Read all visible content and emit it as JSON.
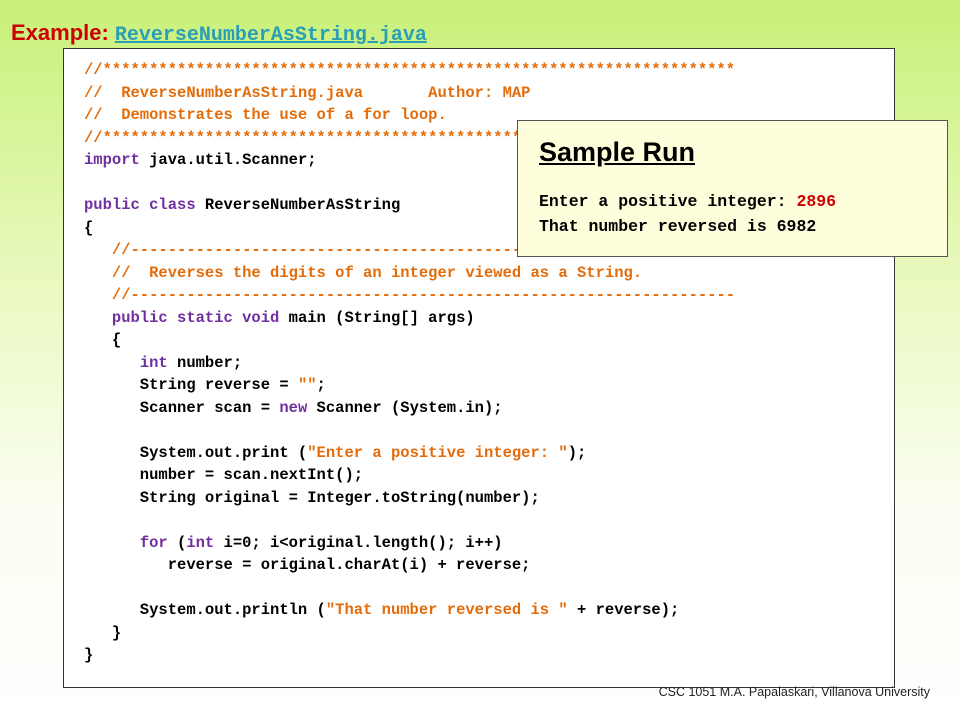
{
  "title": {
    "label": "Example:",
    "filename": "ReverseNumberAsString.java"
  },
  "code_lines": [
    [
      {
        "c": "cm",
        "t": "//********************************************************************"
      }
    ],
    [
      {
        "c": "cm",
        "t": "//  ReverseNumberAsString.java       Author: MAP"
      }
    ],
    [
      {
        "c": "cm",
        "t": "//  Demonstrates the use of a for loop."
      }
    ],
    [
      {
        "c": "cm",
        "t": "//********************************************************************"
      }
    ],
    [
      {
        "c": "kw",
        "t": "import"
      },
      {
        "c": "",
        "t": " java.util.Scanner;"
      }
    ],
    [],
    [
      {
        "c": "kw",
        "t": "public class"
      },
      {
        "c": "",
        "t": " ReverseNumberAsString"
      }
    ],
    [
      {
        "c": "",
        "t": "{"
      }
    ],
    [
      {
        "c": "",
        "t": "   "
      },
      {
        "c": "cm",
        "t": "//-----------------------------------------------------------------"
      }
    ],
    [
      {
        "c": "",
        "t": "   "
      },
      {
        "c": "cm",
        "t": "//  Reverses the digits of an integer viewed as a String."
      }
    ],
    [
      {
        "c": "",
        "t": "   "
      },
      {
        "c": "cm",
        "t": "//-----------------------------------------------------------------"
      }
    ],
    [
      {
        "c": "",
        "t": "   "
      },
      {
        "c": "kw",
        "t": "public static void"
      },
      {
        "c": "",
        "t": " main (String[] args)"
      }
    ],
    [
      {
        "c": "",
        "t": "   {"
      }
    ],
    [
      {
        "c": "",
        "t": "      "
      },
      {
        "c": "kw",
        "t": "int"
      },
      {
        "c": "",
        "t": " number;"
      }
    ],
    [
      {
        "c": "",
        "t": "      String reverse = "
      },
      {
        "c": "st",
        "t": "\"\""
      },
      {
        "c": "",
        "t": ";"
      }
    ],
    [
      {
        "c": "",
        "t": "      Scanner scan = "
      },
      {
        "c": "kw",
        "t": "new"
      },
      {
        "c": "",
        "t": " Scanner (System.in);"
      }
    ],
    [],
    [
      {
        "c": "",
        "t": "      System.out.print ("
      },
      {
        "c": "st",
        "t": "\"Enter a positive integer: \""
      },
      {
        "c": "",
        "t": ");"
      }
    ],
    [
      {
        "c": "",
        "t": "      number = scan.nextInt();"
      }
    ],
    [
      {
        "c": "",
        "t": "      String original = Integer.toString(number);"
      }
    ],
    [],
    [
      {
        "c": "",
        "t": "      "
      },
      {
        "c": "kw",
        "t": "for"
      },
      {
        "c": "",
        "t": " ("
      },
      {
        "c": "kw",
        "t": "int"
      },
      {
        "c": "",
        "t": " i=0; i<original.length(); i++)"
      }
    ],
    [
      {
        "c": "",
        "t": "         reverse = original.charAt(i) + reverse;"
      }
    ],
    [],
    [
      {
        "c": "",
        "t": "      System.out.println ("
      },
      {
        "c": "st",
        "t": "\"That number reversed is \""
      },
      {
        "c": "",
        "t": " + reverse);"
      }
    ],
    [
      {
        "c": "",
        "t": "   }"
      }
    ],
    [
      {
        "c": "",
        "t": "}"
      }
    ]
  ],
  "sample_run": {
    "heading": "Sample Run",
    "prompt": "Enter a positive integer: ",
    "input": "2896",
    "output": "That number reversed is 6982"
  },
  "footer": "CSC 1051 M.A. Papalaskari, Villanova University",
  "colors": {
    "comment": "#e36c0a",
    "keyword": "#7030a0",
    "string": "#e36c0a",
    "title": "#cc0000",
    "link": "#2a9eb6",
    "user_input": "#cc0000"
  }
}
